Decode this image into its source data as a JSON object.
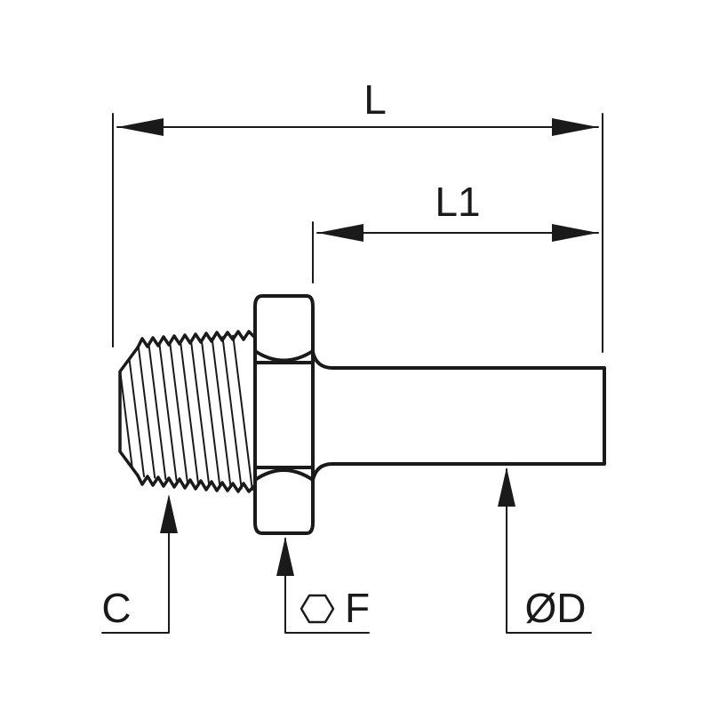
{
  "dimensions": {
    "overall_length": "L",
    "stem_length": "L1",
    "thread": "C",
    "hex_size": "F",
    "stem_diameter": "ØD"
  },
  "colors": {
    "line": "#1a1a1a",
    "background": "#ffffff"
  },
  "icons": {
    "hex_symbol": "hexagon-icon"
  }
}
